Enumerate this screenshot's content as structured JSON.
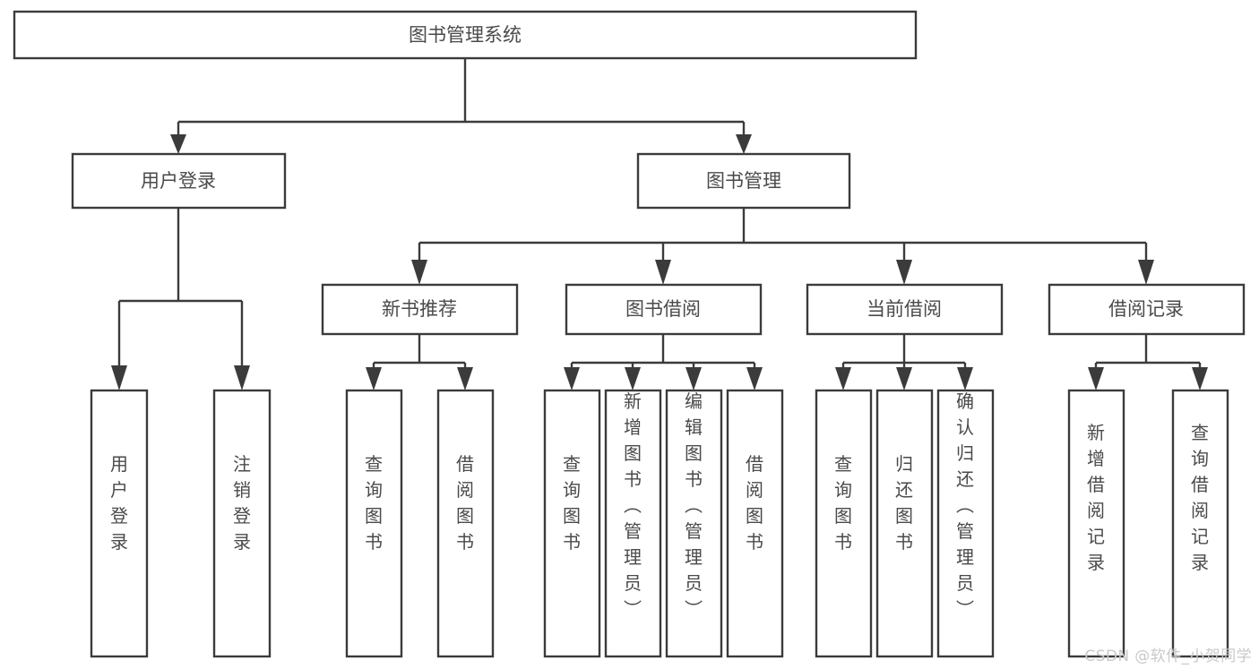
{
  "diagram": {
    "title": "图书管理系统",
    "type": "tree-hierarchy",
    "root": {
      "label": "图书管理系统"
    },
    "level1": [
      {
        "label": "用户登录"
      },
      {
        "label": "图书管理"
      }
    ],
    "level2": [
      {
        "label": "新书推荐",
        "parent": "图书管理"
      },
      {
        "label": "图书借阅",
        "parent": "图书管理"
      },
      {
        "label": "当前借阅",
        "parent": "图书管理"
      },
      {
        "label": "借阅记录",
        "parent": "图书管理"
      }
    ],
    "leaves": {
      "user_login": [
        {
          "label": "用户登录"
        },
        {
          "label": "注销登录"
        }
      ],
      "new_book": [
        {
          "label": "查询图书"
        },
        {
          "label": "借阅图书"
        }
      ],
      "borrow_book": [
        {
          "label": "查询图书"
        },
        {
          "label": "新增图书（管理员）"
        },
        {
          "label": "编辑图书（管理员）"
        },
        {
          "label": "借阅图书"
        }
      ],
      "current_borrow": [
        {
          "label": "查询图书"
        },
        {
          "label": "归还图书"
        },
        {
          "label": "确认归还（管理员）"
        }
      ],
      "borrow_record": [
        {
          "label": "新增借阅记录"
        },
        {
          "label": "查询借阅记录"
        }
      ]
    }
  },
  "watermark": {
    "text": "CSDN @软件_小贺同学"
  },
  "colors": {
    "stroke": "#3b3b3b",
    "box_fill": "#ffffff",
    "text": "#4a4a4a",
    "watermark": "#c9c9c9",
    "background": "#ffffff"
  }
}
